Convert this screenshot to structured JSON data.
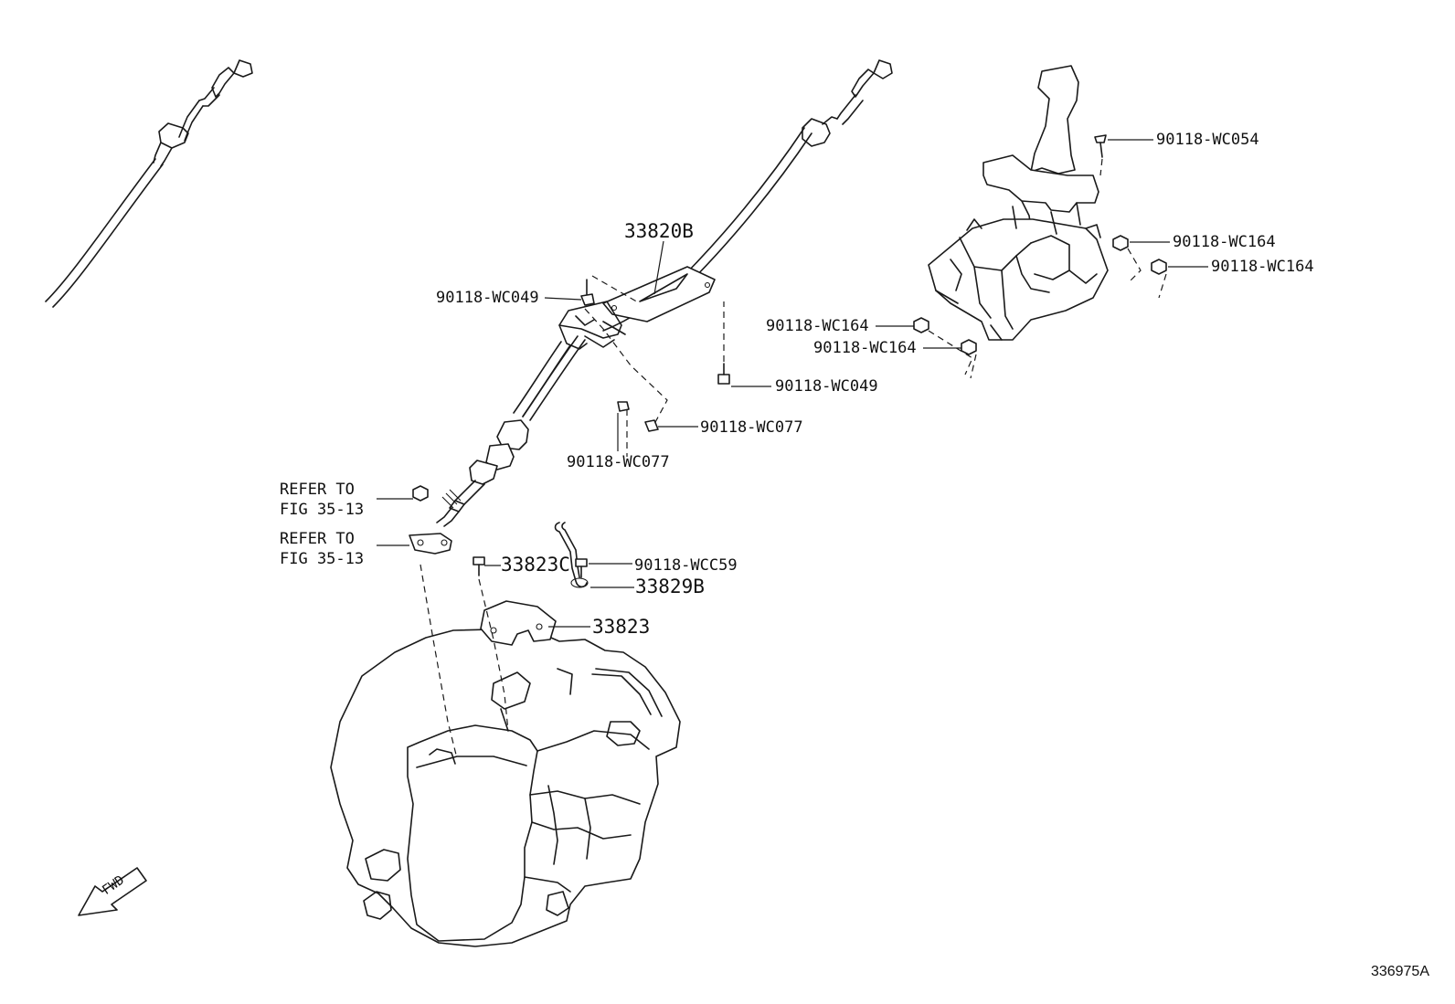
{
  "labels": {
    "cable_assy": "33820B",
    "bolt_bracket_top": "90118-WC049",
    "bolt_bracket_bottom": "90118-WC049",
    "clip_right": "90118-WC077",
    "clip_bottom": "90118-WC077",
    "screw_shifter_top": "90118-WC054",
    "nut_shifter_right_1": "90118-WC164",
    "nut_shifter_right_2": "90118-WC164",
    "nut_shifter_left_1": "90118-WC164",
    "nut_shifter_left_2": "90118-WC164",
    "refer_1_line1": "REFER TO",
    "refer_1_line2": "FIG 35-13",
    "refer_2_line1": "REFER TO",
    "refer_2_line2": "FIG 35-13",
    "bolt_bracket_mount": "33823C",
    "bolt_clip_mount": "90118-WCC59",
    "clip_cable": "33829B",
    "bracket_mount": "33823",
    "fwd_arrow": "FWD",
    "catalog_number": "336975A"
  }
}
